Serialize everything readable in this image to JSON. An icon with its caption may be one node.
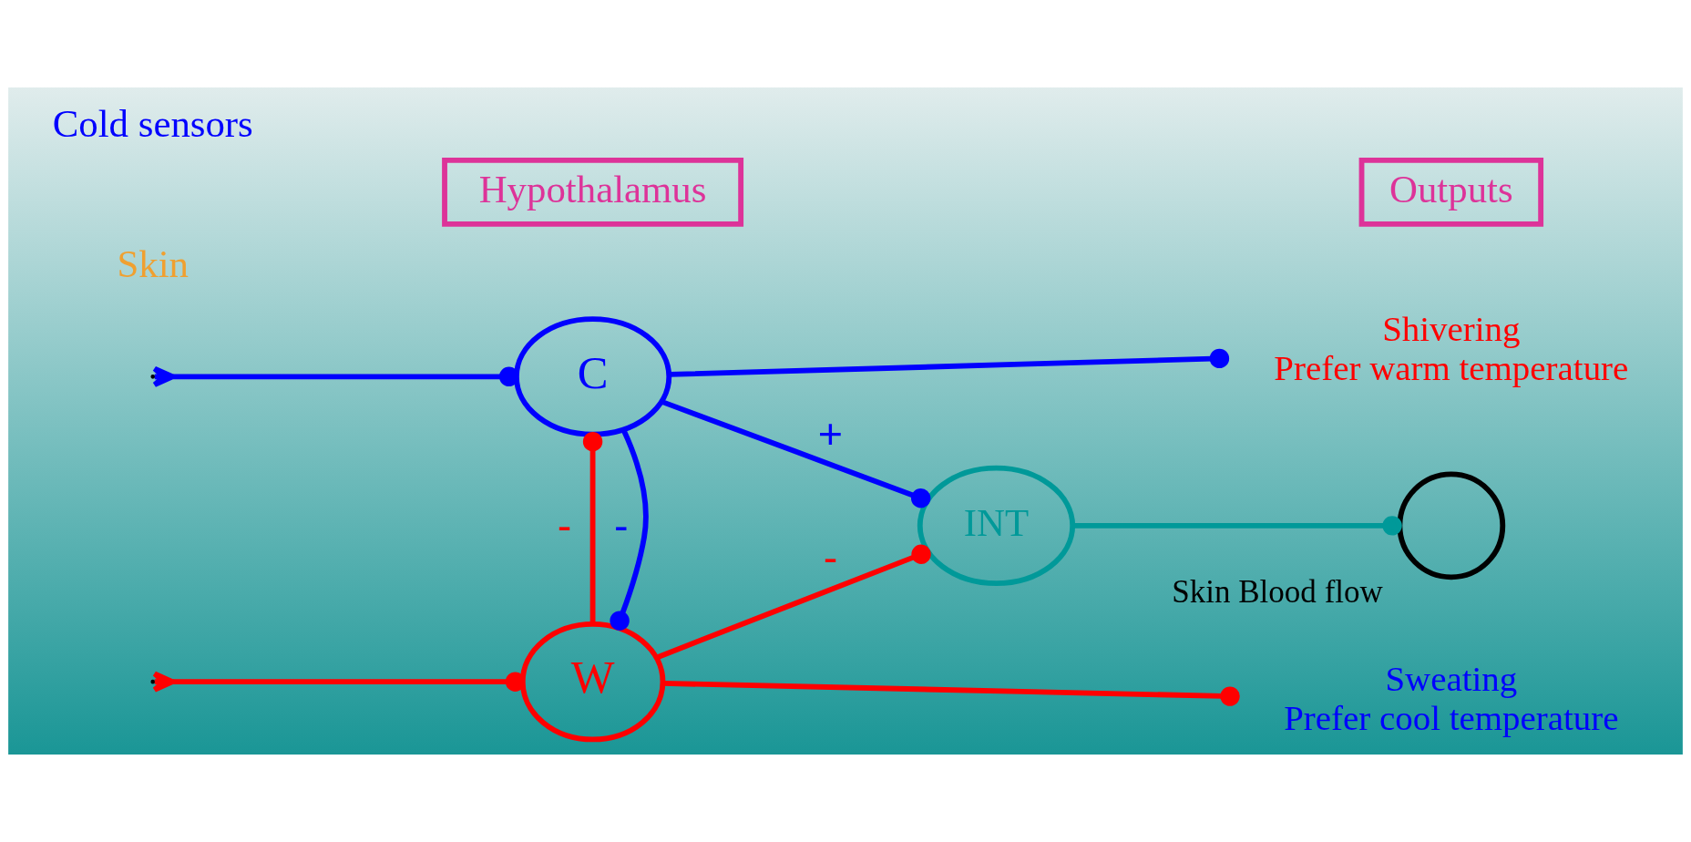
{
  "diagram": {
    "nodes": [
      {
        "text": [
          "W"
        ]
      },
      {
        "text": [
          "INT"
        ]
      },
      {
        "text": [
          "C"
        ]
      },
      {
        "text": [
          "Sweating Prefer cool temperature"
        ]
      },
      {
        "text": [],
        "shape": "circle",
        "beside": [
          "Skin Blood flow"
        ]
      },
      {
        "text": [
          "Shivering Prefer warm temperature"
        ]
      },
      {
        "text": [
          "Hypothalamus"
        ]
      },
      {
        "text": [
          "Outputs"
        ]
      }
    ],
    "edges": [
      {
        "from": null,
        "to": 0,
        "arrow": "other",
        "color": "#ff0000"
      },
      {
        "from": null,
        "to": 2,
        "arrow": "other",
        "color": "#0000ff"
      },
      {
        "from": 0,
        "to": 2,
        "arrow": "other",
        "label": "-",
        "color": "#ff0000"
      },
      {
        "from": 2,
        "to": 0,
        "arrow": "other",
        "label": "-",
        "color": "#0000ff"
      },
      {
        "from": 0,
        "to": 1,
        "arrow": "other",
        "label": "-",
        "color": "#ff0000"
      },
      {
        "from": 2,
        "to": 1,
        "arrow": "other",
        "label": "+",
        "color": "#0000ff"
      },
      {
        "from": 0,
        "to": 3,
        "arrow": "other",
        "color": "#ff0000"
      },
      {
        "from": 1,
        "to": 4,
        "arrow": "other",
        "color": "#009999"
      },
      {
        "from": 2,
        "to": 5,
        "arrow": "other",
        "color": "#0000ff"
      }
    ],
    "labels": [
      "Skin",
      "Cold sensors"
    ]
  }
}
